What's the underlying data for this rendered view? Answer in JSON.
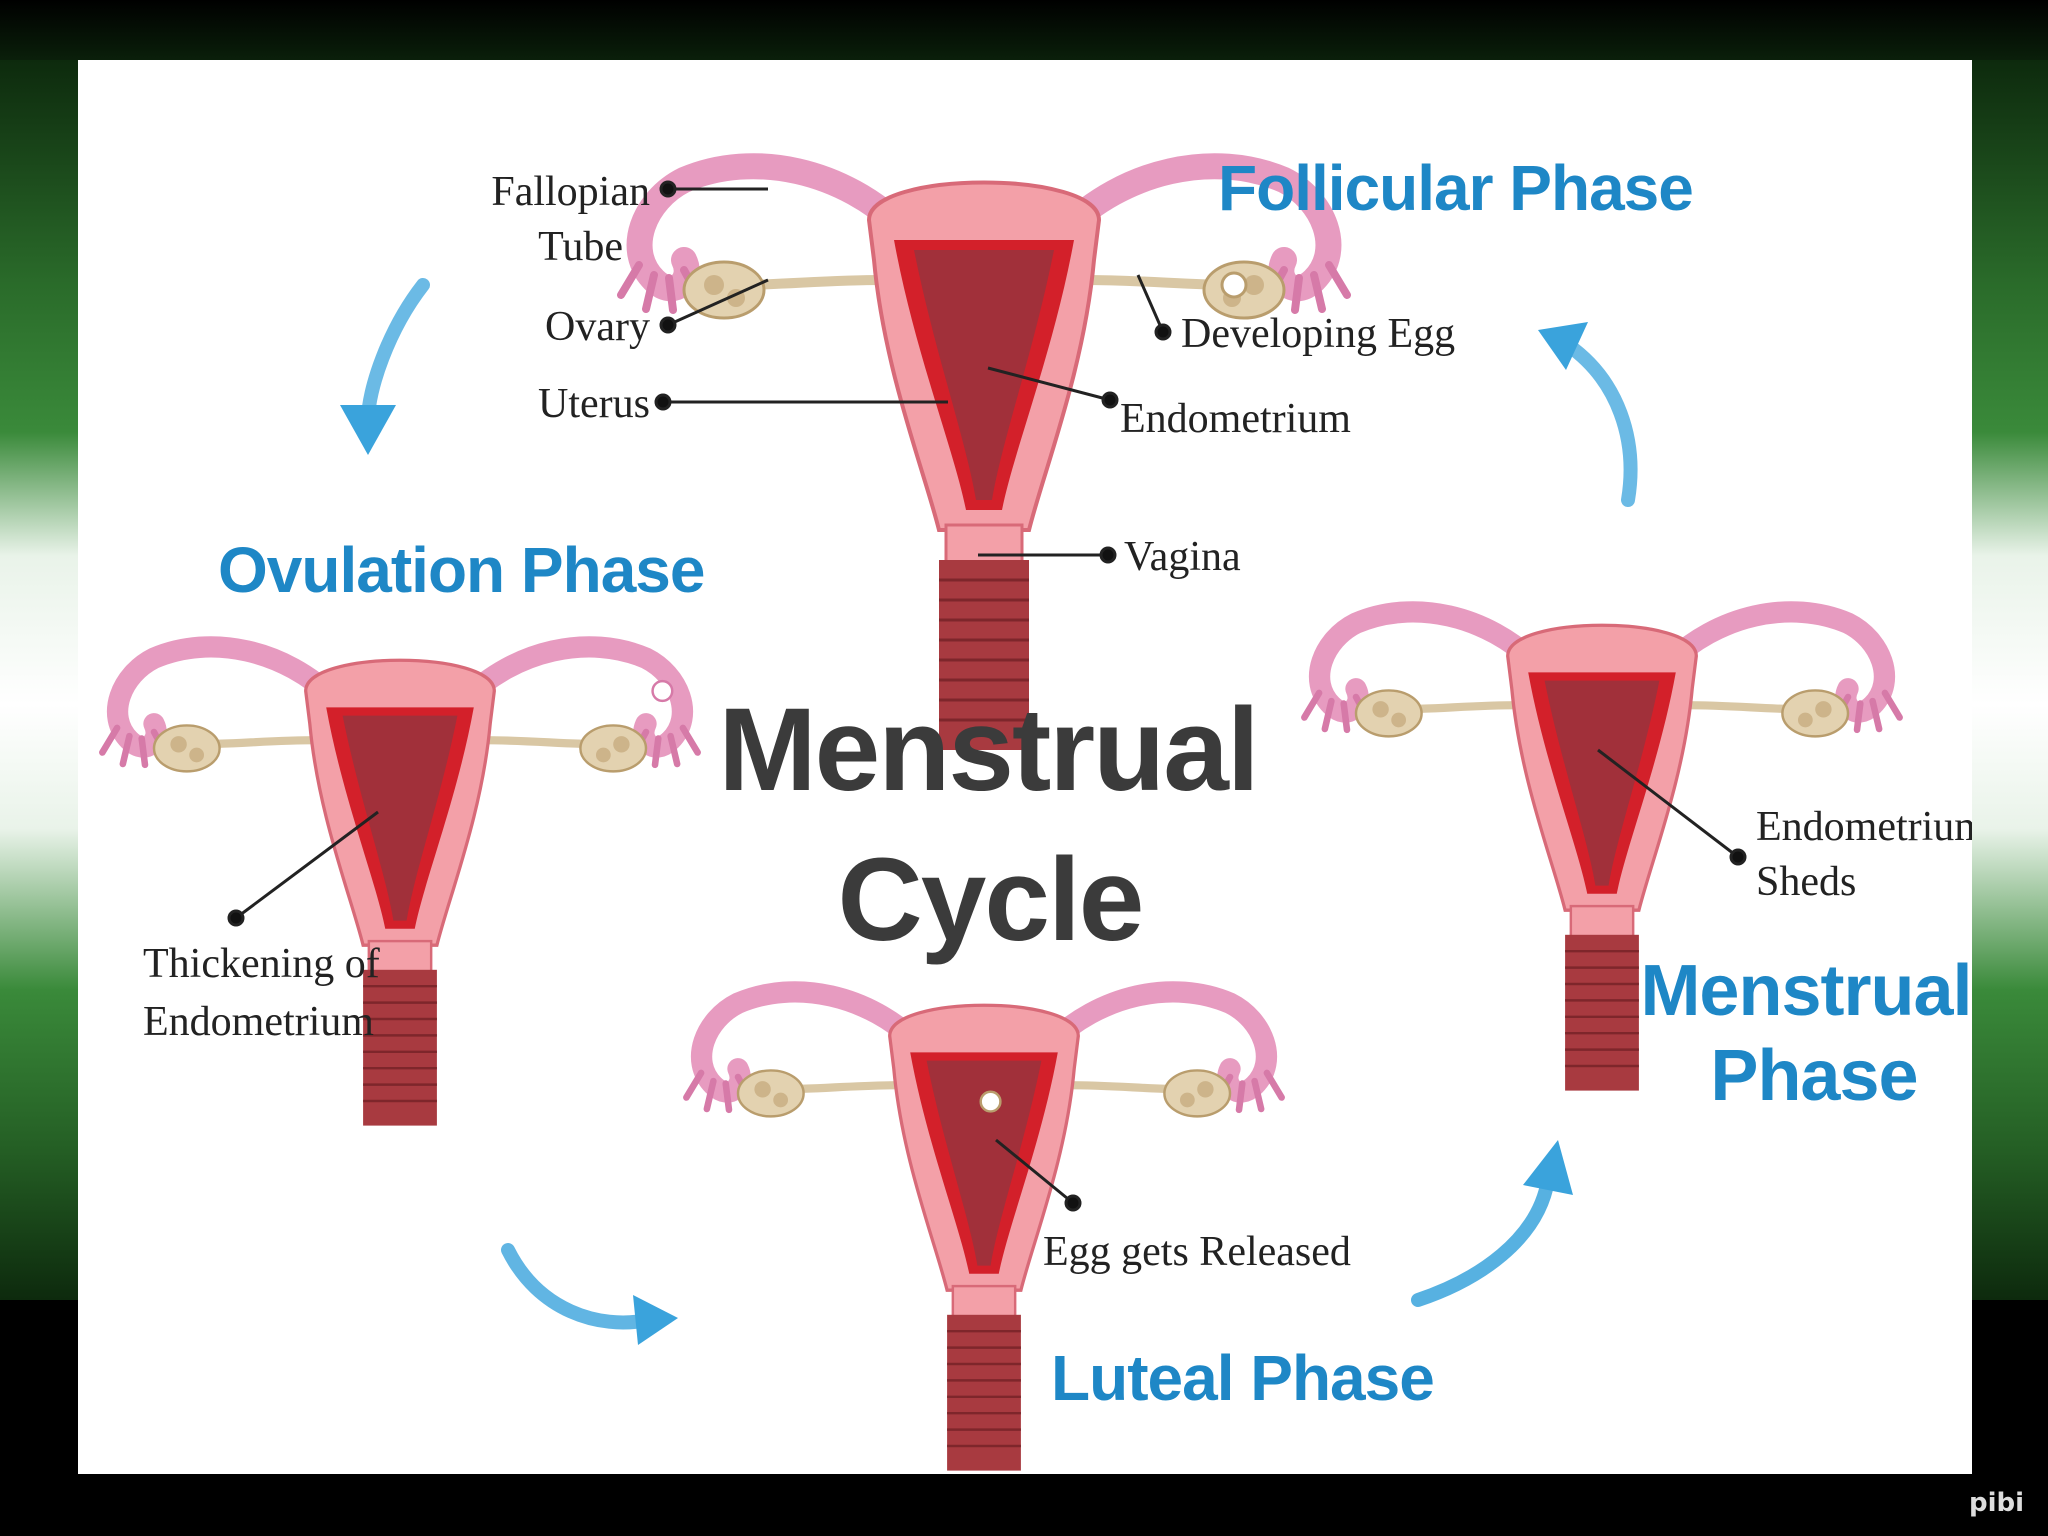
{
  "title": {
    "line1": "Menstrual",
    "line2": "Cycle"
  },
  "phases": {
    "follicular": "Follicular Phase",
    "ovulation": "Ovulation Phase",
    "luteal": "Luteal Phase",
    "menstrual_line1": "Menstrual",
    "menstrual_line2": "Phase"
  },
  "labels": {
    "fallopian_1": "Fallopian",
    "fallopian_2": "Tube",
    "ovary": "Ovary",
    "uterus": "Uterus",
    "developing_egg": "Developing Egg",
    "endometrium": "Endometrium",
    "vagina": "Vagina",
    "thickening_1": "Thickening of",
    "thickening_2": "Endometrium",
    "egg_released": "Egg gets Released",
    "sheds_1": "Endometrium",
    "sheds_2": "Sheds"
  },
  "colors": {
    "phase_title": "#1e87c6",
    "arrow": "#3aa3dc",
    "uterus_outer": "#f08a96",
    "endometrium": "#c9141e",
    "cavity": "#9c2a2a",
    "ovary": "#d9c7a4",
    "center_title": "#3b3b3b"
  },
  "watermark": "pibi"
}
